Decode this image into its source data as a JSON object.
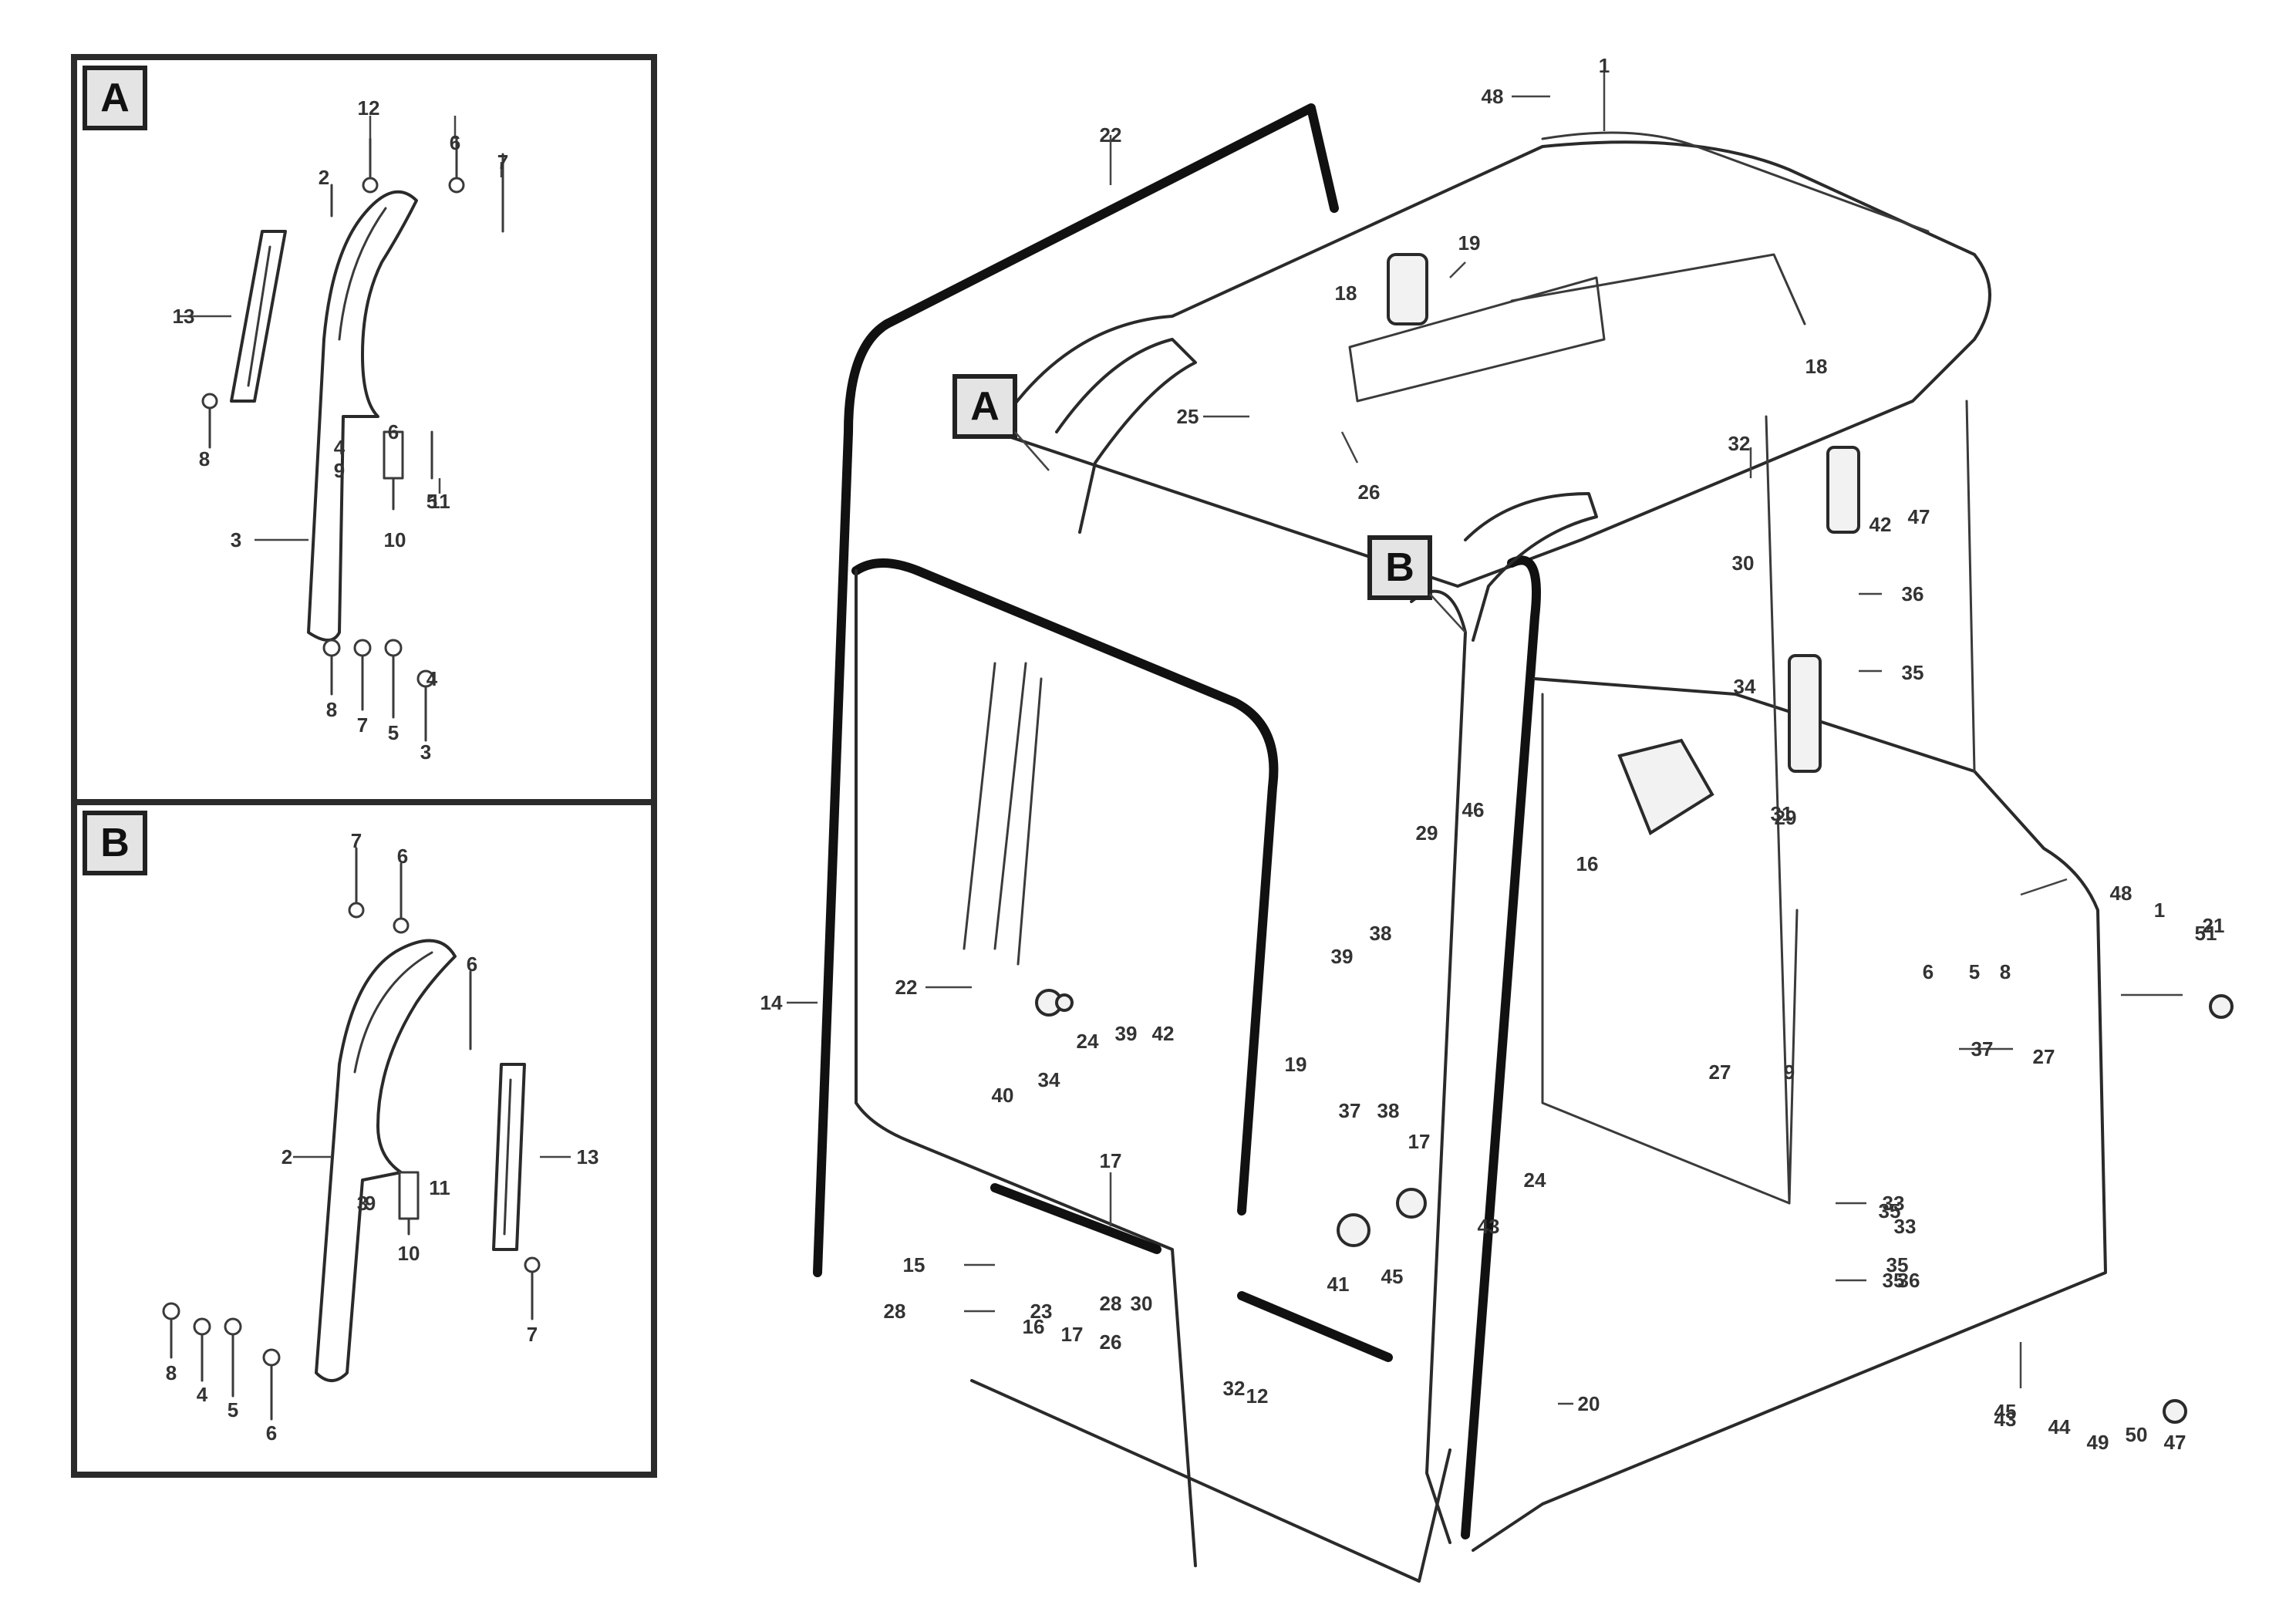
{
  "detail_tags": [
    "A",
    "B"
  ],
  "main_tags": [
    "A",
    "B"
  ],
  "detail_a_callouts": [
    "12",
    "7",
    "6",
    "2",
    "13",
    "8",
    "3",
    "4",
    "5",
    "10",
    "11",
    "9",
    "8",
    "7",
    "5",
    "3",
    "4",
    "6"
  ],
  "detail_b_callouts": [
    "7",
    "6",
    "6",
    "2",
    "11",
    "7",
    "13",
    "10",
    "9",
    "8",
    "4",
    "5",
    "6",
    "3"
  ],
  "main_callouts": [
    "22",
    "48",
    "1",
    "19",
    "18",
    "25",
    "26",
    "18",
    "32",
    "30",
    "36",
    "35",
    "42",
    "47",
    "34",
    "29",
    "14",
    "48",
    "1",
    "21",
    "16",
    "37",
    "22",
    "40",
    "34",
    "24",
    "39",
    "42",
    "38",
    "27",
    "19",
    "24",
    "17",
    "15",
    "33",
    "41",
    "45",
    "43",
    "39",
    "37",
    "38",
    "20",
    "28",
    "17",
    "31",
    "29",
    "46",
    "45",
    "47",
    "35",
    "36",
    "35",
    "43",
    "44",
    "49",
    "50",
    "51",
    "6",
    "5",
    "8",
    "27",
    "33",
    "35",
    "9",
    "23",
    "16",
    "17",
    "26",
    "28",
    "30",
    "32",
    "12"
  ],
  "reference_lines": [
    "",
    "",
    ""
  ]
}
